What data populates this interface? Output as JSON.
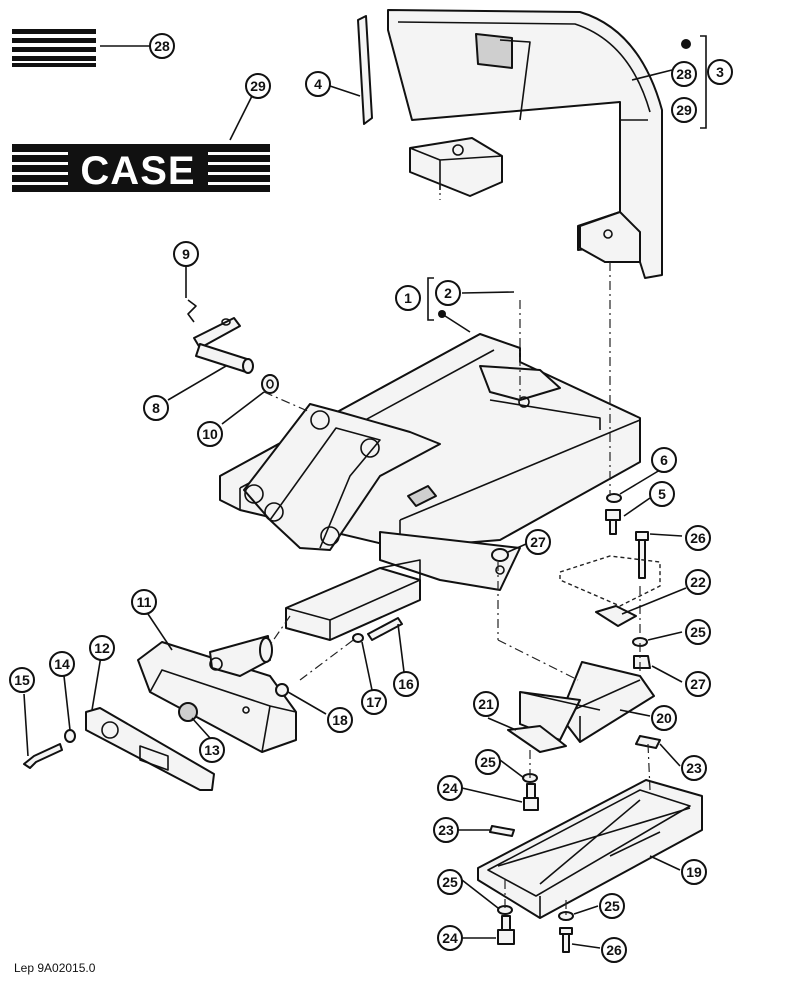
{
  "logo": {
    "text": "CASE"
  },
  "reference": "Lep 9A02015.0",
  "callouts": [
    {
      "id": "c28a",
      "label": "28"
    },
    {
      "id": "c29a",
      "label": "29"
    },
    {
      "id": "c4",
      "label": "4"
    },
    {
      "id": "c28b",
      "label": "28"
    },
    {
      "id": "c29b",
      "label": "29"
    },
    {
      "id": "c3",
      "label": "3"
    },
    {
      "id": "c9",
      "label": "9"
    },
    {
      "id": "c2",
      "label": "2"
    },
    {
      "id": "c1",
      "label": "1"
    },
    {
      "id": "c8",
      "label": "8"
    },
    {
      "id": "c10",
      "label": "10"
    },
    {
      "id": "c6",
      "label": "6"
    },
    {
      "id": "c5",
      "label": "5"
    },
    {
      "id": "c26a",
      "label": "26"
    },
    {
      "id": "c27a",
      "label": "27"
    },
    {
      "id": "c22",
      "label": "22"
    },
    {
      "id": "c25a",
      "label": "25"
    },
    {
      "id": "c27b",
      "label": "27"
    },
    {
      "id": "c11",
      "label": "11"
    },
    {
      "id": "c12",
      "label": "12"
    },
    {
      "id": "c15",
      "label": "15"
    },
    {
      "id": "c14",
      "label": "14"
    },
    {
      "id": "c16",
      "label": "16"
    },
    {
      "id": "c17",
      "label": "17"
    },
    {
      "id": "c18",
      "label": "18"
    },
    {
      "id": "c13",
      "label": "13"
    },
    {
      "id": "c21",
      "label": "21"
    },
    {
      "id": "c20",
      "label": "20"
    },
    {
      "id": "c23a",
      "label": "23"
    },
    {
      "id": "c25b",
      "label": "25"
    },
    {
      "id": "c24a",
      "label": "24"
    },
    {
      "id": "c23b",
      "label": "23"
    },
    {
      "id": "c19",
      "label": "19"
    },
    {
      "id": "c25c",
      "label": "25"
    },
    {
      "id": "c25d",
      "label": "25"
    },
    {
      "id": "c24b",
      "label": "24"
    },
    {
      "id": "c26b",
      "label": "26"
    }
  ]
}
